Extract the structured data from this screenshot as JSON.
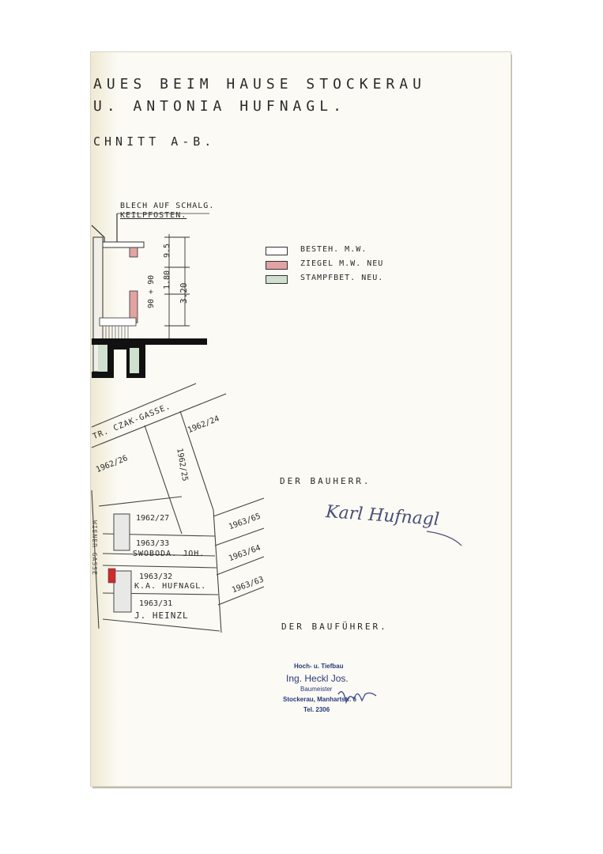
{
  "header": {
    "line1": "AUES BEIM HAUSE STOCKERAU",
    "line2": "U. ANTONIA HUFNAGL.",
    "section": "CHNITT A-B."
  },
  "section_drawing": {
    "roof_note_1": "BLECH AUF SCHALG.",
    "roof_note_2": "KEILPFOSTEN.",
    "dim_1": "90 + 90",
    "dim_2": "1.80",
    "dim_3": "9.5",
    "dim_total": "3.20"
  },
  "legend": [
    {
      "label": "BESTEH. M.W.",
      "color": "#ffffff"
    },
    {
      "label": "ZIEGEL M.W. NEU",
      "color": "#e2a3a3"
    },
    {
      "label": "STAMPFBET. NEU.",
      "color": "#cfe0cf"
    }
  ],
  "site_plan": {
    "street_top": "TR. CZAK-GASSE.",
    "street_left": "WIENER GASSE",
    "parcels": [
      {
        "id": "1962/24"
      },
      {
        "id": "1962/26"
      },
      {
        "id": "1962/25"
      },
      {
        "id": "1962/27"
      },
      {
        "id": "1963/33",
        "owner": "SWOBODA. JOH."
      },
      {
        "id": "1963/32",
        "owner": "K.A. HUFNAGL."
      },
      {
        "id": "1963/31",
        "owner": "J. HEINZL"
      },
      {
        "id": "1963/65"
      },
      {
        "id": "1963/64"
      },
      {
        "id": "1963/63"
      }
    ]
  },
  "signatures": {
    "bauherr_label": "DER BAUHERR.",
    "bauherr_signature": "Karl Hufnagl",
    "baufuehrer_label": "DER BAUFÜHRER."
  },
  "stamp": {
    "line1": "Hoch- u. Tiefbau",
    "line2": "Ing. Heckl Jos.",
    "line3": "Baumeister",
    "line4": "Stockerau, Manhartstr. 6",
    "line5": "Tel. 2306"
  },
  "colors": {
    "paper": "#fbfaf4",
    "ink": "#2a2a2a",
    "brick_new": "#e2a3a3",
    "concrete_new": "#cfe0cf",
    "stamp_ink": "#283a7a"
  }
}
